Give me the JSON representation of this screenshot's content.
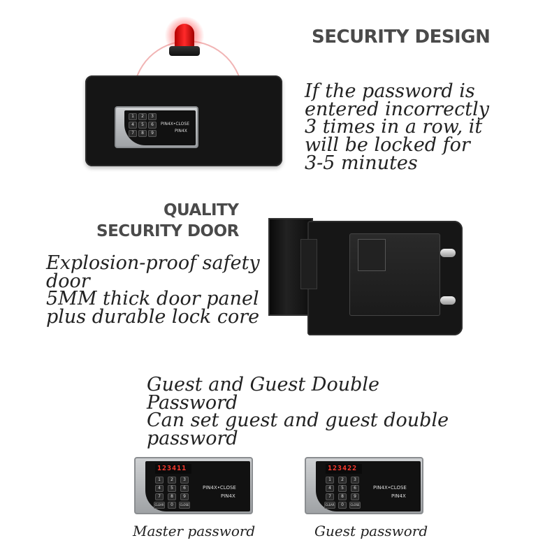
{
  "sections": {
    "security": {
      "heading": "SECURITY DESIGN",
      "lines": [
        "If the password is",
        "entered incorrectly",
        "3 times in a row, it",
        "will be locked for",
        "3-5 minutes"
      ]
    },
    "quality": {
      "heading_line1": "QUALITY",
      "heading_line2": "SECURITY DOOR",
      "lines": [
        "Explosion-proof safety",
        "door",
        "5MM thick door panel",
        "plus durable lock core"
      ]
    },
    "password": {
      "lines": [
        "Guest and Guest Double",
        "Password",
        "Can set guest and guest double",
        "password"
      ],
      "master_caption": "Master password",
      "guest_caption": "Guest password",
      "master_display": "123411",
      "guest_display": "123422"
    }
  },
  "keypad": {
    "keys": [
      "1",
      "2",
      "3",
      "4",
      "5",
      "6",
      "7",
      "8",
      "9",
      "CLEAR",
      "0",
      "CLOSE"
    ],
    "brand_line1": "PIN4X•CLOSE",
    "brand_line2": "PIN4X"
  },
  "colors": {
    "alarm_red": "#ff2a2a",
    "display_red": "#ff3b2f",
    "safe_black": "#151515",
    "heading_gray": "#4a4a4a"
  }
}
